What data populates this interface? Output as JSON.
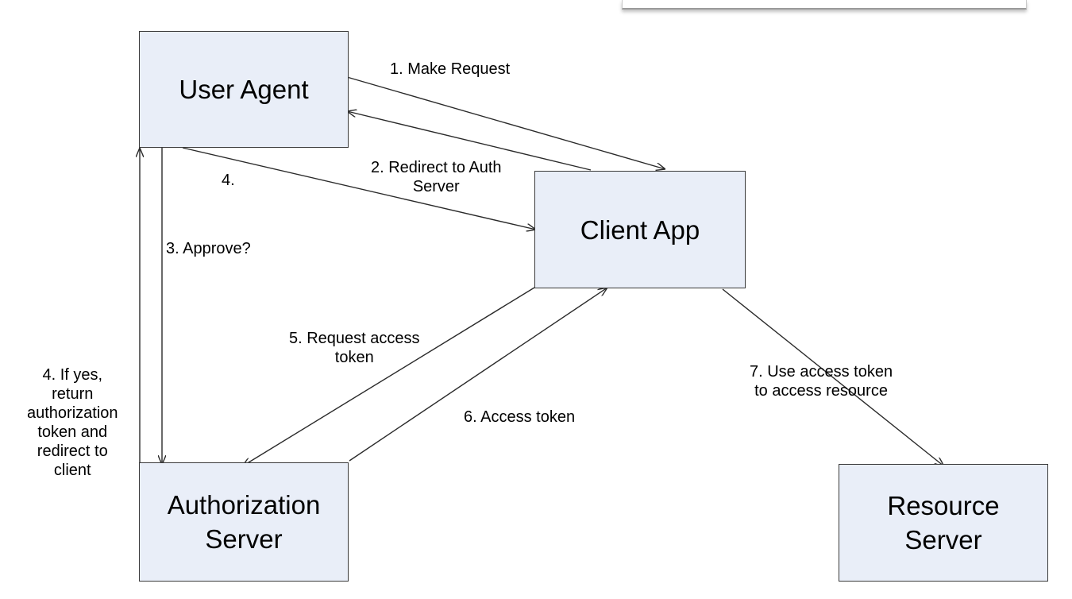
{
  "colors": {
    "box_fill": "#e9eef8",
    "box_border": "#3a3a3a",
    "line": "#2a2a2a",
    "text": "#000000"
  },
  "nodes": {
    "user_agent": "User Agent",
    "client_app": "Client App",
    "authorization_server": "Authorization\nServer",
    "resource_server": "Resource\nServer"
  },
  "edges": {
    "make_request": "1. Make Request",
    "redirect_to_auth": "2. Redirect to Auth\nServer",
    "approve": "3. Approve?",
    "step4": "4.",
    "if_yes": "4. If yes,\nreturn\nauthorization\ntoken and\nredirect to\nclient",
    "request_access_token": "5. Request access\ntoken",
    "access_token": "6. Access token",
    "use_access_token": "7. Use access token\nto access resource"
  }
}
